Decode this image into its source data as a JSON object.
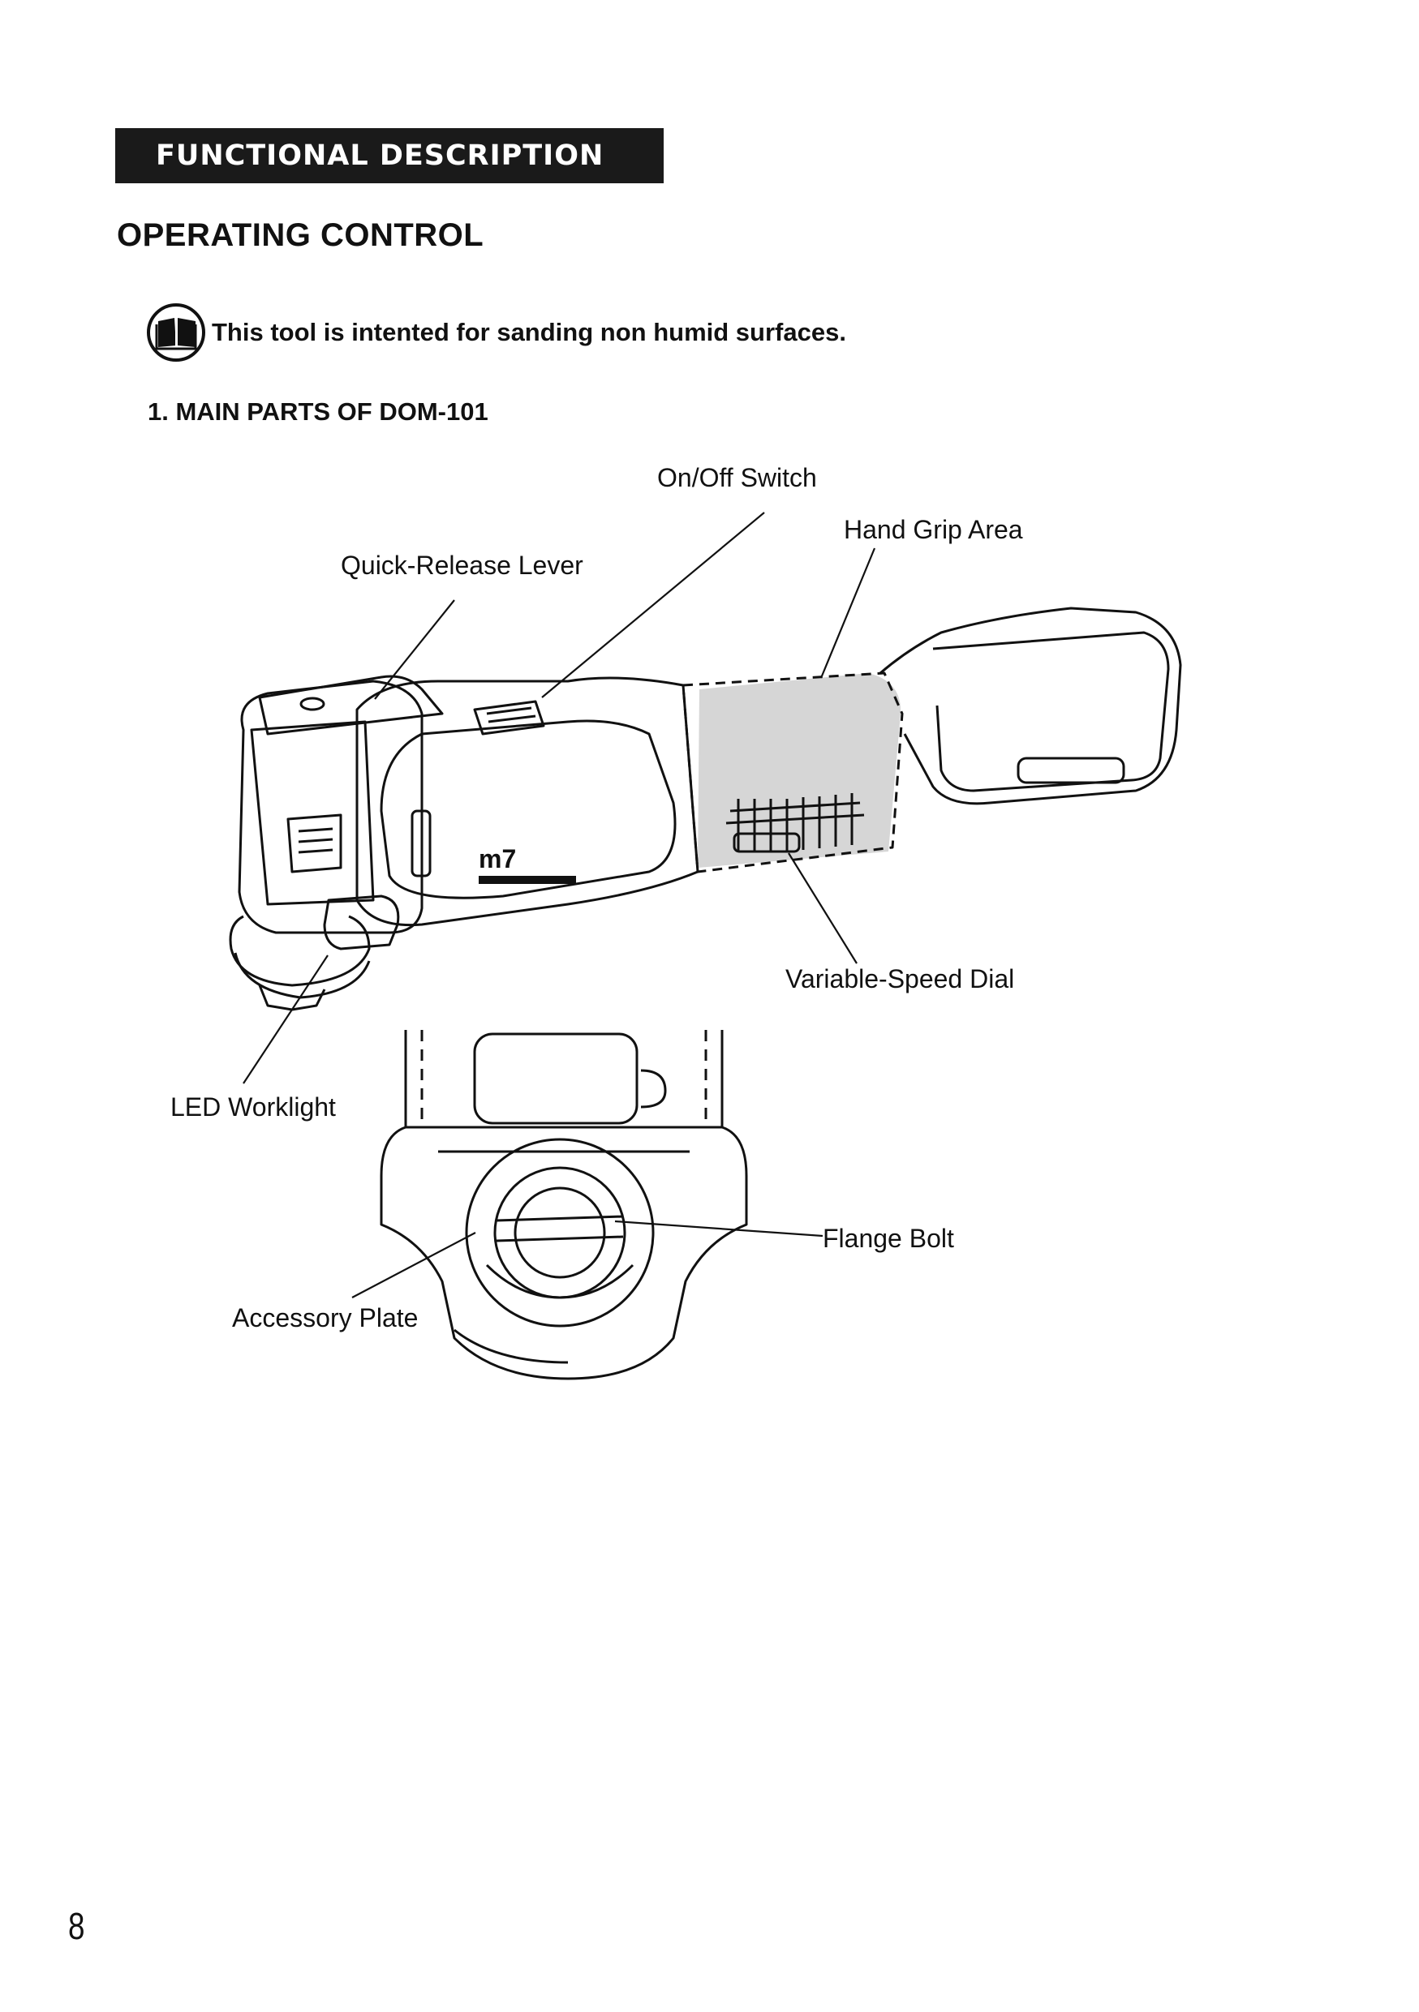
{
  "section": {
    "title": "FUNCTIONAL DESCRIPTION"
  },
  "operating": {
    "title": "OPERATING CONTROL"
  },
  "note": {
    "icon": "manual-book-icon",
    "text": "This tool is intented for sanding non humid surfaces."
  },
  "parts": {
    "heading": "1. MAIN PARTS OF DOM-101",
    "brand_logo": "m7",
    "labels": {
      "on_off_switch": "On/Off Switch",
      "hand_grip_area": "Hand Grip Area",
      "quick_release_lever": "Quick-Release Lever",
      "variable_speed_dial": "Variable-Speed Dial",
      "led_worklight": "LED Worklight",
      "flange_bolt": "Flange Bolt",
      "accessory_plate": "Accessory Plate"
    }
  },
  "page": {
    "number": "8"
  },
  "colors": {
    "bar_background": "#1a1a1a",
    "grip_shading": "#d6d6d6"
  }
}
